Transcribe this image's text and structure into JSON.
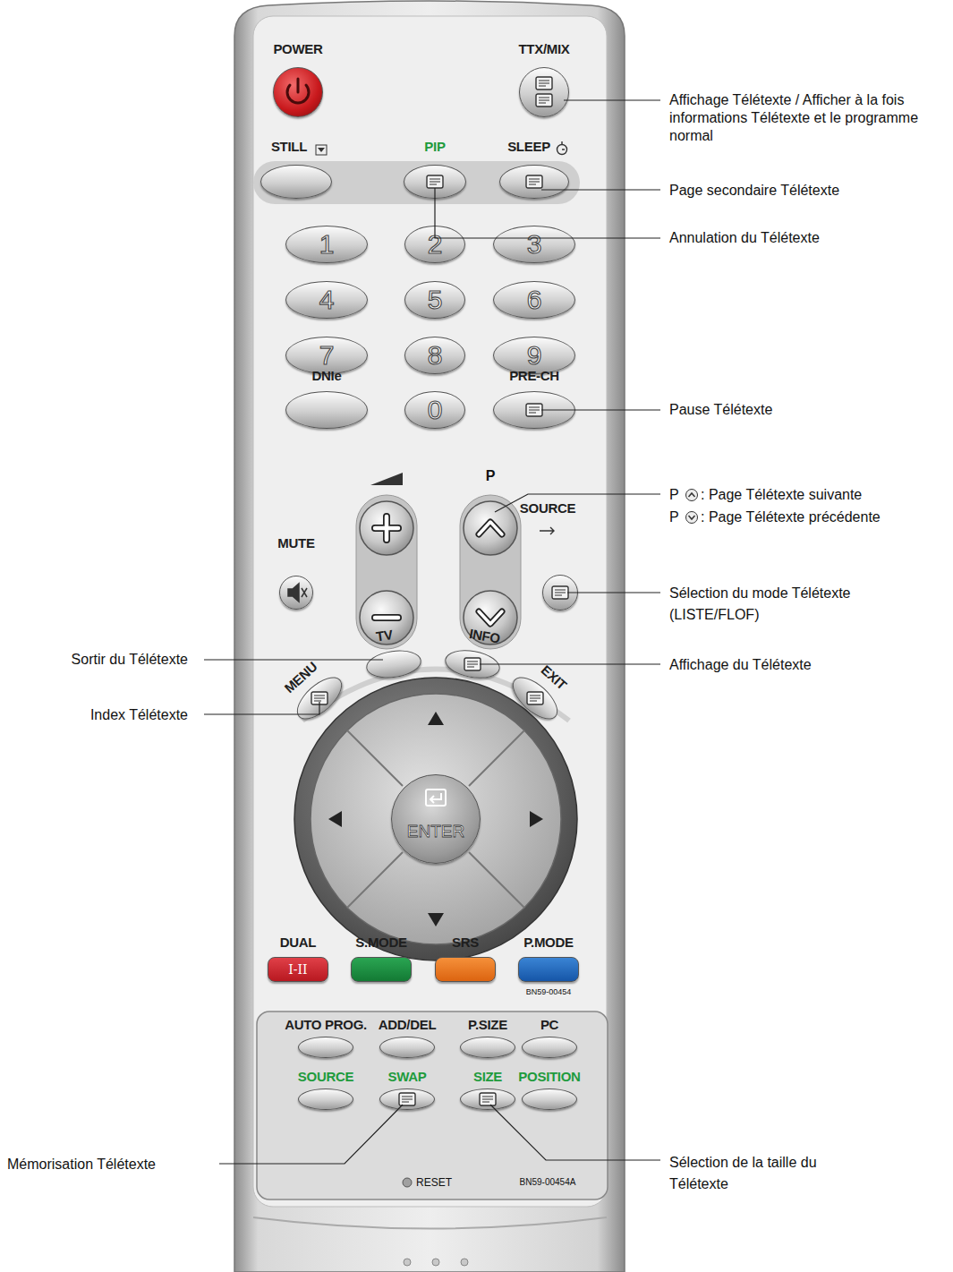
{
  "diagram": {
    "nodes": [
      {
        "text": [
          "POWER"
        ]
      },
      {
        "text": [
          "TTX/MIX"
        ]
      },
      {
        "text": [
          "STILL"
        ]
      },
      {
        "text": [
          "PIP"
        ]
      },
      {
        "text": [
          "SLEEP"
        ]
      },
      {
        "text": [
          "1"
        ]
      },
      {
        "text": [
          "2"
        ]
      },
      {
        "text": [
          "3"
        ]
      },
      {
        "text": [
          "4"
        ]
      },
      {
        "text": [
          "5"
        ]
      },
      {
        "text": [
          "6"
        ]
      },
      {
        "text": [
          "7"
        ]
      },
      {
        "text": [
          "8"
        ]
      },
      {
        "text": [
          "9"
        ]
      },
      {
        "text": [
          "DNIe"
        ]
      },
      {
        "text": [
          "0"
        ]
      },
      {
        "text": [
          "PRE-CH"
        ]
      },
      {
        "text": [
          "MUTE"
        ]
      },
      {
        "text": [
          "SOURCE"
        ]
      },
      {
        "text": [
          "TV"
        ]
      },
      {
        "text": [
          "INFO"
        ]
      },
      {
        "text": [
          "MENU"
        ]
      },
      {
        "text": [
          "EXIT"
        ]
      },
      {
        "text": [
          "ENTER"
        ]
      },
      {
        "text": [
          "DUAL",
          "I-II"
        ]
      },
      {
        "text": [
          "S.MODE"
        ]
      },
      {
        "text": [
          "SRS"
        ]
      },
      {
        "text": [
          "P.MODE"
        ]
      },
      {
        "text": [
          "AUTO PROG."
        ]
      },
      {
        "text": [
          "ADD/DEL"
        ]
      },
      {
        "text": [
          "P.SIZE"
        ]
      },
      {
        "text": [
          "PC"
        ]
      },
      {
        "text": [
          "SOURCE"
        ]
      },
      {
        "text": [
          "SWAP"
        ]
      },
      {
        "text": [
          "SIZE"
        ]
      },
      {
        "text": [
          "POSITION"
        ]
      }
    ],
    "labels": [
      "Affichage Télétexte / Afficher à la fois informations Télétexte et le programme normal",
      "Page secondaire Télétexte",
      "Annulation du Télétexte",
      "Pause Télétexte",
      "P",
      "P",
      ": Page Télétexte suivante",
      "P",
      ": Page Télétexte précédente",
      "Sélection du mode Télétexte (LISTE/FLOF)",
      "Sortir du Télétexte",
      "Affichage du Télétexte",
      "Index Télétexte",
      "BN59-00454",
      "Mémorisation Télétexte",
      "Sélection de la taille du Télétexte",
      "RESET",
      "BN59-00454A"
    ]
  }
}
